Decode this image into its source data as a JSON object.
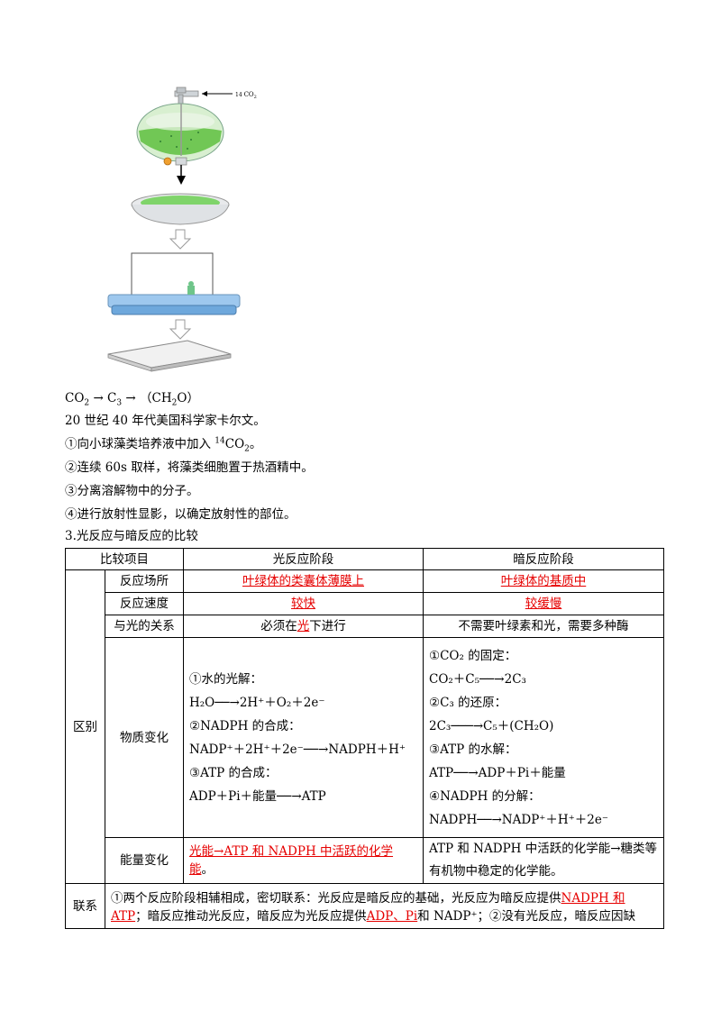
{
  "figure": {
    "label": "14",
    "label_gas": "CO",
    "label_sub": "2"
  },
  "pathway": {
    "a": "CO",
    "a_sub": "2",
    "arrow": "→",
    "b": "C",
    "b_sub": "3",
    "c": "（CH",
    "c_sub": "2",
    "c_end": "O）"
  },
  "lines": {
    "l1": "20 世纪 40 年代美国科学家卡尔文。",
    "l2a": "①向小球藻类培养液中加入 ",
    "l2sup": "14",
    "l2b": "CO",
    "l2sub": "2",
    "l2c": "。",
    "l3": "②连续 60s 取样，将藻类细胞置于热酒精中。",
    "l4": "③分离溶解物中的分子。",
    "l5": "④进行放射性显影，以确定放射性的部位。",
    "l6": "3.光反应与暗反应的比较"
  },
  "table": {
    "headers": [
      "比较项目",
      "光反应阶段",
      "暗反应阶段"
    ],
    "group_label": "区别",
    "rows": {
      "site": {
        "label": "反应场所",
        "light": "叶绿体的类囊体薄膜上",
        "dark": "叶绿体的基质中"
      },
      "speed": {
        "label": "反应速度",
        "light": "较快",
        "dark": "较缓慢"
      },
      "light_rel": {
        "label": "与光的关系",
        "light_a": "必须在",
        "light_b": "光",
        "light_c": "下进行",
        "dark": "不需要叶绿素和光，需要多种酶"
      },
      "material": {
        "label": "物质变化",
        "light": [
          "①水的光解：",
          "H₂O──→2H⁺＋O₂＋2e⁻",
          "②NADPH 的合成：",
          "NADP⁺＋2H⁺＋2e⁻──→NADPH＋H⁺",
          "③ATP 的合成：",
          "ADP＋Pi＋能量──→ATP"
        ],
        "dark": [
          "①CO₂ 的固定：",
          "CO₂＋C₅──→2C₃",
          "②C₃ 的还原：",
          "2C₃───→C₅＋(CH₂O)",
          "③ATP 的水解：",
          "ATP──→ADP＋Pi＋能量",
          "④NADPH 的分解：",
          "NADPH──→NADP⁺＋H⁺＋2e⁻"
        ]
      },
      "energy": {
        "label": "能量变化",
        "light": "光能→ATP 和 NADPH 中活跃的化学能",
        "light_end": "。",
        "dark": "ATP 和 NADPH 中活跃的化学能→糖类等有机物中稳定的化学能。"
      }
    },
    "contact": {
      "label": "联系",
      "t1": "①两个反应阶段相辅相成，密切联系：光反应是暗反应的基础，光反应为暗反应提供",
      "r1": "NADPH 和 ATP",
      "t2": "；暗反应推动光反应，暗反应为光反应提供",
      "r2": "ADP、Pi",
      "t3": "和 NADP⁺；②没有光反应，暗反应因缺"
    }
  },
  "colors": {
    "answer": "#e60000",
    "algae": "#5fbf3f",
    "dish_liquid": "#7fd46a",
    "tray": "#7fb3e0"
  }
}
